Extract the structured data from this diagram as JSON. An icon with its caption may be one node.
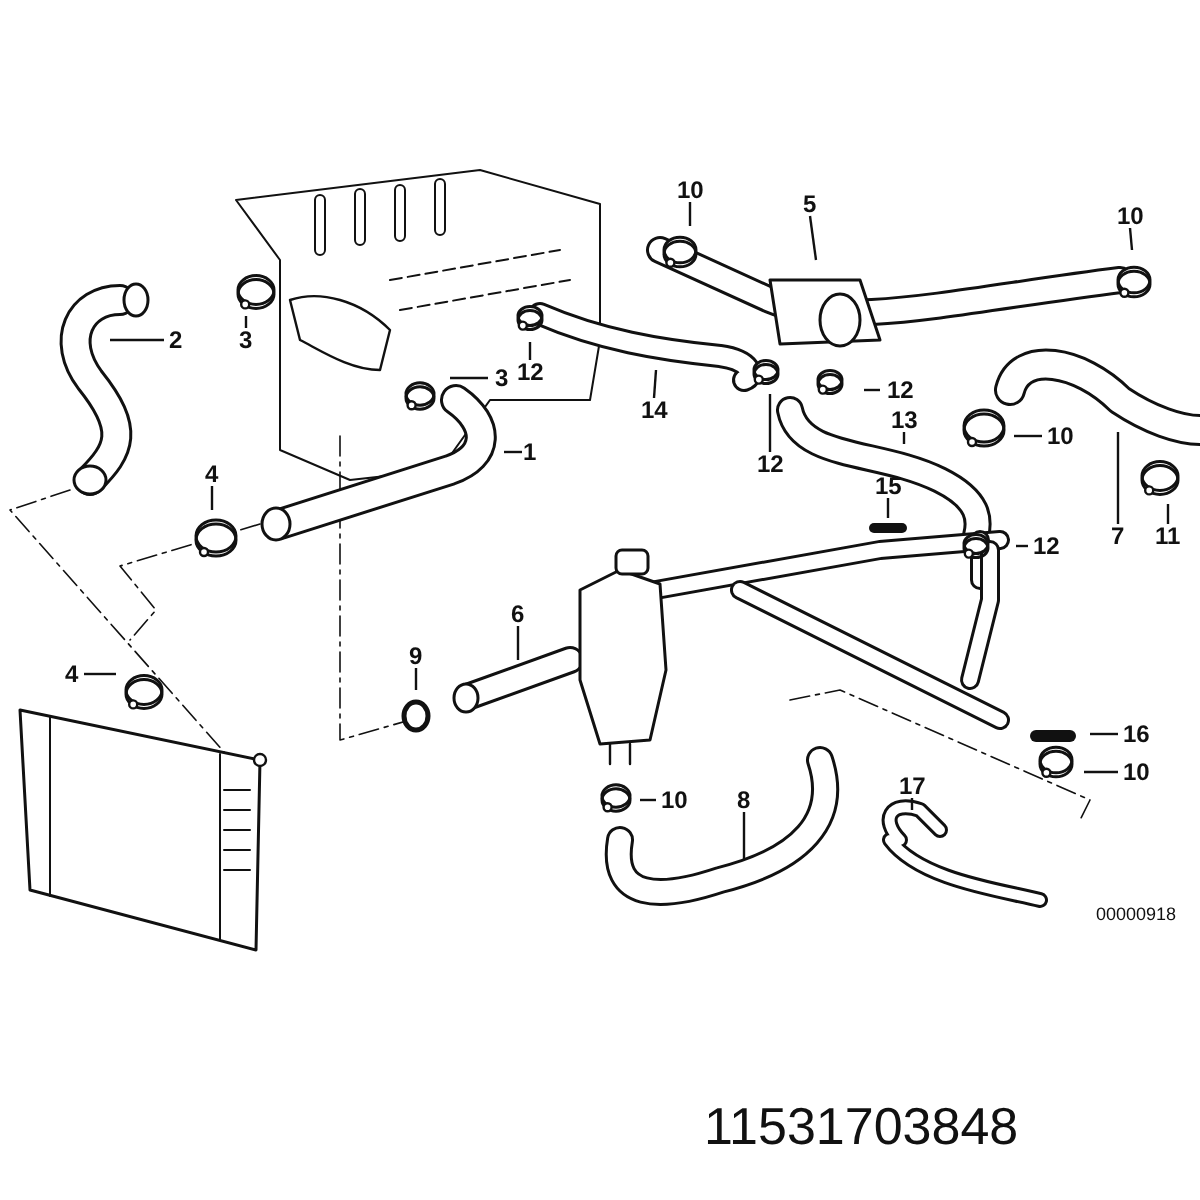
{
  "diagram": {
    "nodes": [
      {
        "text": [
          "10"
        ]
      },
      {
        "text": [
          "5"
        ]
      },
      {
        "text": [
          "10"
        ]
      },
      {
        "text": [
          "2"
        ]
      },
      {
        "text": [
          "3"
        ]
      },
      {
        "text": [
          "12"
        ]
      },
      {
        "text": [
          "3"
        ]
      },
      {
        "text": [
          "14"
        ]
      },
      {
        "text": [
          "12"
        ]
      },
      {
        "text": [
          "13"
        ]
      },
      {
        "text": [
          "1"
        ]
      },
      {
        "text": [
          "10"
        ]
      },
      {
        "text": [
          "4"
        ]
      },
      {
        "text": [
          "12"
        ]
      },
      {
        "text": [
          "7"
        ]
      },
      {
        "text": [
          "11"
        ]
      },
      {
        "text": [
          "15"
        ]
      },
      {
        "text": [
          "12"
        ]
      },
      {
        "text": [
          "6"
        ]
      },
      {
        "text": [
          "9"
        ]
      },
      {
        "text": [
          "4"
        ]
      },
      {
        "text": [
          "16"
        ]
      },
      {
        "text": [
          "10"
        ]
      },
      {
        "text": [
          "10"
        ]
      },
      {
        "text": [
          "8"
        ]
      },
      {
        "text": [
          "17"
        ]
      }
    ],
    "edges": [
      {
        "from": 0,
        "to": null,
        "arrow": "none"
      },
      {
        "from": 1,
        "to": null,
        "arrow": "none"
      },
      {
        "from": 2,
        "to": null,
        "arrow": "none"
      },
      {
        "from": 3,
        "to": null,
        "arrow": "none"
      },
      {
        "from": 4,
        "to": null,
        "arrow": "none"
      },
      {
        "from": 5,
        "to": null,
        "arrow": "none"
      },
      {
        "from": 6,
        "to": null,
        "arrow": "none"
      },
      {
        "from": 7,
        "to": null,
        "arrow": "none"
      },
      {
        "from": 8,
        "to": null,
        "arrow": "none"
      },
      {
        "from": 9,
        "to": null,
        "arrow": "none"
      },
      {
        "from": 10,
        "to": null,
        "arrow": "none"
      },
      {
        "from": 11,
        "to": null,
        "arrow": "none"
      },
      {
        "from": 12,
        "to": null,
        "arrow": "none"
      },
      {
        "from": 13,
        "to": null,
        "arrow": "none"
      },
      {
        "from": 14,
        "to": null,
        "arrow": "none"
      },
      {
        "from": 15,
        "to": null,
        "arrow": "none"
      },
      {
        "from": 16,
        "to": null,
        "arrow": "none"
      },
      {
        "from": 17,
        "to": null,
        "arrow": "none"
      },
      {
        "from": 18,
        "to": null,
        "arrow": "none"
      },
      {
        "from": 19,
        "to": null,
        "arrow": "none"
      },
      {
        "from": 20,
        "to": null,
        "arrow": "none"
      },
      {
        "from": 21,
        "to": null,
        "arrow": "none"
      },
      {
        "from": 22,
        "to": null,
        "arrow": "none"
      },
      {
        "from": 23,
        "to": null,
        "arrow": "none"
      },
      {
        "from": 24,
        "to": null,
        "arrow": "none"
      },
      {
        "from": 25,
        "to": null,
        "arrow": "none"
      }
    ],
    "labels": [
      "00000918",
      "11531703848"
    ]
  }
}
